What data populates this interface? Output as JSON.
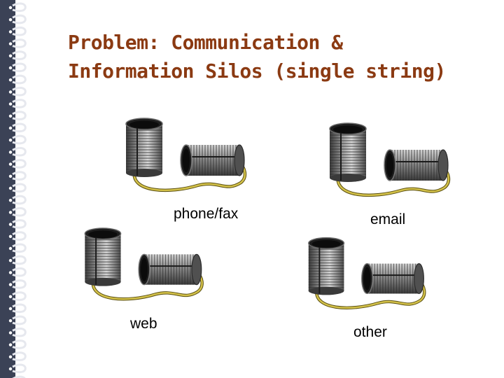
{
  "slide": {
    "title_line1": "Problem: Communication &",
    "title_line2": "Information Silos (single string)",
    "title_color": "#8b3a12",
    "spiral_color": "#3b4256",
    "string_color": "#c8b43c",
    "groups": [
      {
        "label": "phone/fax",
        "icon": "tin-can-telephone-icon"
      },
      {
        "label": "email",
        "icon": "tin-can-telephone-icon"
      },
      {
        "label": "web",
        "icon": "tin-can-telephone-icon"
      },
      {
        "label": "other",
        "icon": "tin-can-telephone-icon"
      }
    ]
  }
}
